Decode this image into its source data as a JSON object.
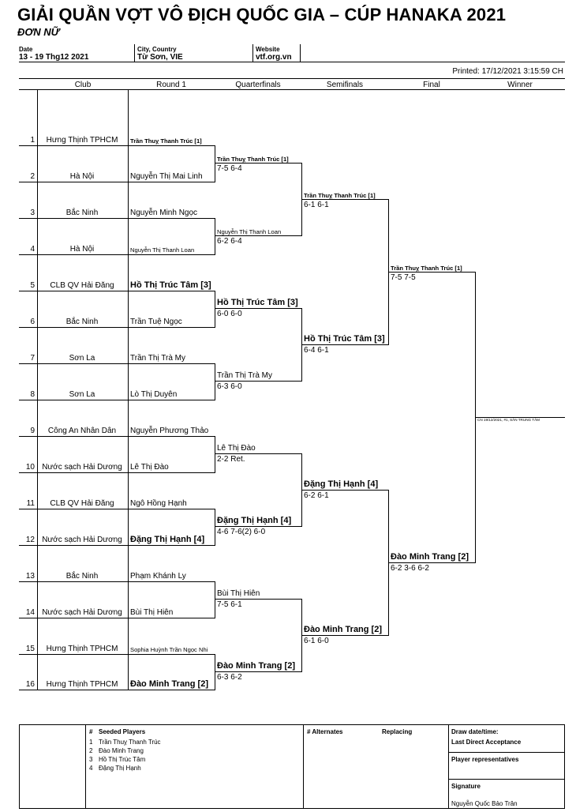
{
  "header": {
    "title": "GIẢI QUẦN VỢT VÔ ĐỊCH QUỐC GIA – CÚP HANAKA 2021",
    "subtitle": "ĐƠN NỮ",
    "date_label": "Date",
    "date_value": "13 - 19 Thg12 2021",
    "city_label": "City, Country",
    "city_value": "Từ Sơn, VIE",
    "website_label": "Website",
    "website_value": "vtf.org.vn",
    "printed": "Printed: 17/12/2021 3:15:59 CH"
  },
  "columns": [
    "Club",
    "Round 1",
    "Quarterfinals",
    "Semifinals",
    "Final",
    "Winner"
  ],
  "draw": [
    {
      "no": "1",
      "club": "Hưng Thịnh TPHCM",
      "player": "Trần Thuỵ Thanh Trúc [1]"
    },
    {
      "no": "2",
      "club": "Hà Nội",
      "player": "Nguyễn Thị Mai Linh"
    },
    {
      "no": "3",
      "club": "Bắc Ninh",
      "player": "Nguyễn Minh Ngọc"
    },
    {
      "no": "4",
      "club": "Hà Nội",
      "player": "Nguyễn Thị Thanh Loan"
    },
    {
      "no": "5",
      "club": "CLB QV Hải Đăng",
      "player": "Hồ Thị Trúc Tâm [3]"
    },
    {
      "no": "6",
      "club": "Bắc Ninh",
      "player": "Trần Tuệ Ngọc"
    },
    {
      "no": "7",
      "club": "Sơn La",
      "player": "Trần Thị Trà My"
    },
    {
      "no": "8",
      "club": "Sơn La",
      "player": "Lò Thị Duyên"
    },
    {
      "no": "9",
      "club": "Công An Nhân Dân",
      "player": "Nguyễn Phương Thảo"
    },
    {
      "no": "10",
      "club": "Nước sạch Hải Dương",
      "player": "Lê Thị Đào"
    },
    {
      "no": "11",
      "club": "CLB QV Hải Đăng",
      "player": "Ngô Hồng Hạnh"
    },
    {
      "no": "12",
      "club": "Nước sạch Hải Dương",
      "player": "Đặng Thị Hạnh [4]"
    },
    {
      "no": "13",
      "club": "Bắc Ninh",
      "player": "Phạm Khánh Ly"
    },
    {
      "no": "14",
      "club": "Nước sạch Hải Dương",
      "player": "Bùi Thị Hiên"
    },
    {
      "no": "15",
      "club": "Hưng Thịnh TPHCM",
      "player": "Sophia Huỳnh Trần Ngọc Nhi"
    },
    {
      "no": "16",
      "club": "Hưng Thịnh TPHCM",
      "player": "Đào Minh Trang [2]"
    }
  ],
  "quarterfinals": [
    {
      "winner": "Trần Thuỵ Thanh Trúc [1]",
      "score": "7-5 6-4"
    },
    {
      "winner": "Nguyễn Thị Thanh Loan",
      "score": "6-2 6-4"
    },
    {
      "winner": "Hồ Thị Trúc Tâm [3]",
      "score": "6-0 6-0"
    },
    {
      "winner": "Trần Thị Trà My",
      "score": "6-3 6-0"
    },
    {
      "winner": "Lê Thị Đào",
      "score": "2-2 Ret."
    },
    {
      "winner": "Đặng Thị Hạnh [4]",
      "score": "4-6 7-6(2) 6-0"
    },
    {
      "winner": "Bùi Thị Hiên",
      "score": "7-5 6-1"
    },
    {
      "winner": "Đào Minh Trang [2]",
      "score": "6-3 6-2"
    }
  ],
  "semifinals": [
    {
      "winner": "Trần Thuỵ Thanh Trúc [1]",
      "score": "6-1 6-1"
    },
    {
      "winner": "Hồ Thị Trúc Tâm [3]",
      "score": "6-4 6-1"
    },
    {
      "winner": "Đặng Thị Hạnh [4]",
      "score": "6-2 6-1"
    },
    {
      "winner": "Đào Minh Trang [2]",
      "score": "6-1 6-0"
    }
  ],
  "final": [
    {
      "winner": "Trần Thuỵ Thanh Trúc [1]",
      "score": "7-5 7-5"
    },
    {
      "winner": "Đào Minh Trang [2]",
      "score": "6-2 3-6 6-2"
    }
  ],
  "winner_note": "CN 19/12/2021, #1, SÂN TRUNG TÂM",
  "footer": {
    "seeded_hash": "#",
    "seeded_title": "Seeded Players",
    "seeded": [
      {
        "no": "1",
        "name": "Trần Thuỵ Thanh Trúc"
      },
      {
        "no": "2",
        "name": "Đào Minh Trang"
      },
      {
        "no": "3",
        "name": "Hồ Thị Trúc Tâm"
      },
      {
        "no": "4",
        "name": "Đặng Thị Hạnh"
      }
    ],
    "alternates_title": "# Alternates",
    "replacing": "Replacing",
    "draw_datetime": "Draw date/time:",
    "last_direct": "Last Direct Acceptance",
    "player_reps": "Player representatives",
    "signature": "Signature",
    "signer": "Nguyễn Quốc Bảo Trân"
  }
}
